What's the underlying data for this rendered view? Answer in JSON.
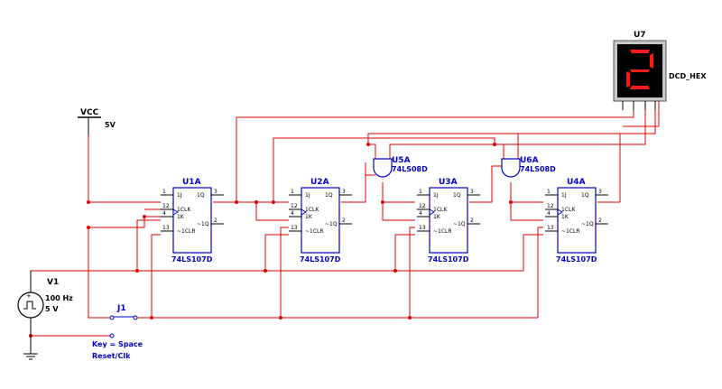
{
  "display": {
    "name": "U7",
    "label": "DCD_HEX",
    "digit": "2",
    "segment_color": "#ff1a1a"
  },
  "vcc": {
    "name": "VCC",
    "value": "5V"
  },
  "source": {
    "name": "V1",
    "freq": "100 Hz",
    "ampl": "5 V"
  },
  "switch": {
    "name": "J1",
    "key": "Key = Space",
    "desc": "Reset/Clk"
  },
  "flipflops": [
    {
      "name": "U1A",
      "part": "74LS107D"
    },
    {
      "name": "U2A",
      "part": "74LS107D"
    },
    {
      "name": "U3A",
      "part": "74LS107D"
    },
    {
      "name": "U4A",
      "part": "74LS107D"
    }
  ],
  "gates": [
    {
      "name": "U5A",
      "part": "74LS08D"
    },
    {
      "name": "U6A",
      "part": "74LS08D"
    }
  ],
  "ff_pins": {
    "p1": "1",
    "p12": "12",
    "p4": "4",
    "p13": "13",
    "p3": "3",
    "p2": "2",
    "j": "1J",
    "clk1": "1CLK",
    "k": "1K",
    "clr": "~1CLR",
    "qbar": "~1Q",
    "q": "1Q"
  },
  "colors": {
    "wire": "#e00000",
    "component": "#0000cc",
    "text": "#000000"
  }
}
